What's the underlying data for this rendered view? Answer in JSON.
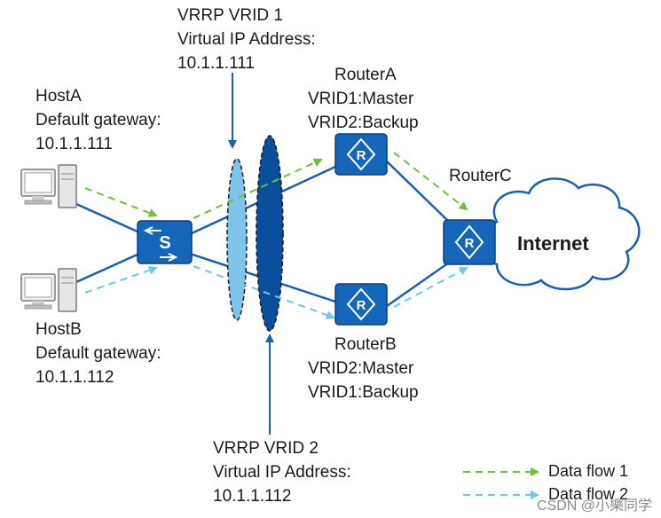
{
  "colors": {
    "link": "#1a5fb4",
    "device_fill": "#1565b8",
    "vrid1_ellipse": "#7dc3ea",
    "vrid2_ellipse": "#0b4f9c",
    "flow1": "#6fbf3b",
    "flow2": "#6cc8ec",
    "cloud_stroke": "#1a5fb4"
  },
  "labels": {
    "vrid1": [
      "VRRP VRID 1",
      "Virtual IP Address:",
      "10.1.1.111"
    ],
    "vrid2": [
      "VRRP VRID 2",
      "Virtual IP Address:",
      "10.1.1.112"
    ],
    "hostA": [
      "HostA",
      "Default gateway:",
      "10.1.1.111"
    ],
    "hostB": [
      "HostB",
      "Default gateway:",
      "10.1.1.112"
    ],
    "routerA": [
      "RouterA",
      "VRID1:Master",
      "VRID2:Backup"
    ],
    "routerB": [
      "RouterB",
      "VRID2:Master",
      "VRID1:Backup"
    ],
    "routerC": "RouterC",
    "internet": "Internet",
    "switch_letter": "S",
    "router_letter": "R"
  },
  "legend": {
    "flow1": "Data flow 1",
    "flow2": "Data flow 2"
  },
  "watermark": "CSDN @小樂同学",
  "icons": [
    "computer-icon",
    "switch-icon",
    "router-icon",
    "cloud-icon"
  ]
}
